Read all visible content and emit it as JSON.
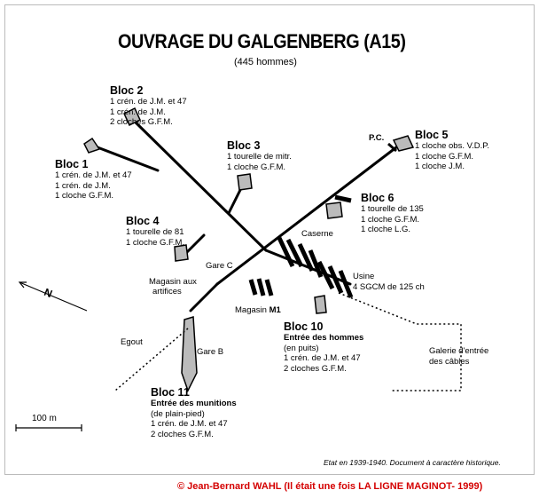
{
  "title": "OUVRAGE DU GALGENBERG (A15)",
  "subtitle": "(445 hommes)",
  "blocs": [
    {
      "name": "Bloc 2",
      "lines": [
        "1 crén. de J.M. et 47",
        "1 crén. de J.M.",
        "2 cloches G.F.M."
      ]
    },
    {
      "name": "Bloc 1",
      "lines": [
        "1 crén. de J.M. et 47",
        "1 crén. de J.M.",
        "1 cloche G.F.M."
      ]
    },
    {
      "name": "Bloc 3",
      "lines": [
        "1 tourelle de mitr.",
        "1 cloche G.F.M."
      ]
    },
    {
      "name": "Bloc 4",
      "lines": [
        "1 tourelle de 81",
        "1 cloche G.F.M."
      ]
    },
    {
      "name": "Bloc 5",
      "lines": [
        "1 cloche obs. V.D.P.",
        "1 cloche G.F.M.",
        "1 cloche J.M."
      ]
    },
    {
      "name": "Bloc 6",
      "lines": [
        "1 tourelle de 135",
        "1 cloche G.F.M.",
        "1 cloche L.G."
      ]
    },
    {
      "name": "Bloc 10",
      "subtitle": "Entrée des hommes",
      "note": "(en puits)",
      "lines": [
        "1 crén. de J.M. et 47",
        "2 cloches G.F.M."
      ]
    },
    {
      "name": "Bloc 11",
      "subtitle": "Entrée des munitions",
      "note": "(de plain-pied)",
      "lines": [
        "1 crén. de J.M. et 47",
        "2 cloches G.F.M."
      ]
    }
  ],
  "labels": {
    "pc": "P.C.",
    "caserne": "Caserne",
    "usine": "Usine",
    "usine_detail": "4 SGCM de 125 ch",
    "gare_c": "Gare C",
    "gare_b": "Gare B",
    "magasin_aux": "Magasin aux",
    "magasin_aux2": "artifices",
    "magasin_m1": "Magasin",
    "magasin_m1_bold": "M1",
    "egout": "Egout",
    "galerie": "Galerie d'entrée",
    "galerie2": "des câbles",
    "north": "N",
    "scale": "100 m"
  },
  "footer": "Etat en 1939-1940. Document à caractère historique.",
  "copyright": "© Jean-Bernard WAHL (Il était une fois LA LIGNE MAGINOT- 1999)",
  "colors": {
    "ink": "#000000",
    "copyright": "#d40000",
    "fill_grey": "#999999"
  }
}
